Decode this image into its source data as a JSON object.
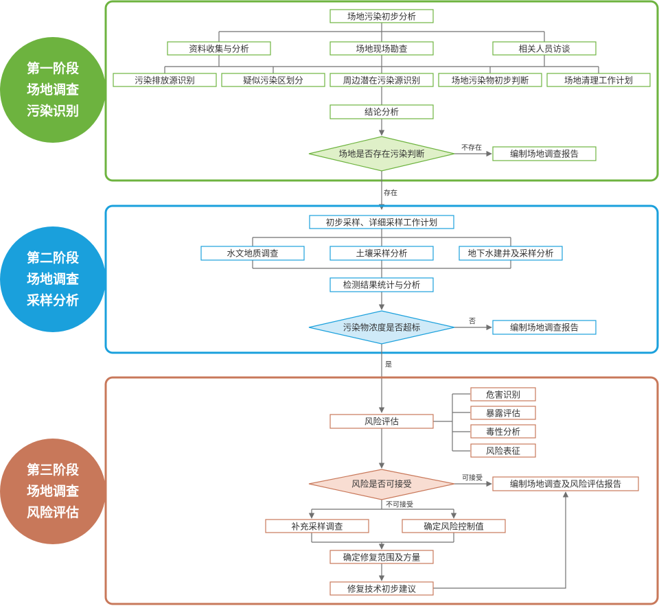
{
  "colors": {
    "stage1": "#6db33f",
    "stage1_fill": "#dff0c8",
    "stage2": "#1aa0dc",
    "stage2_fill": "#cfeaf8",
    "stage3": "#c8785a",
    "stage3_fill": "#f8ddd2",
    "line": "#707070"
  },
  "stage1": {
    "circle": [
      "第一阶段",
      "场地调查",
      "污染识别"
    ],
    "top": "场地污染初步分析",
    "row1": [
      "资料收集与分析",
      "场地现场勘查",
      "相关人员访谈"
    ],
    "row2": [
      "污染排放源识别",
      "疑似污染区划分",
      "周边潜在污染源识别",
      "场地污染物初步判断",
      "场地清理工作计划"
    ],
    "conclusion": "结论分析",
    "decision": "场地是否存在污染判断",
    "no_label": "不存在",
    "no_result": "编制场地调查报告",
    "yes_label": "存在"
  },
  "stage2": {
    "circle": [
      "第二阶段",
      "场地调查",
      "采样分析"
    ],
    "top": "初步采样、详细采样工作计划",
    "row1": [
      "水文地质调查",
      "土壤采样分析",
      "地下水建井及采样分析"
    ],
    "stats": "检测结果统计与分析",
    "decision": "污染物浓度是否超标",
    "no_label": "否",
    "no_result": "编制场地调查报告",
    "yes_label": "是"
  },
  "stage3": {
    "circle": [
      "第三阶段",
      "场地调查",
      "风险评估"
    ],
    "risk": "风险评估",
    "risk_items": [
      "危害识别",
      "暴露评估",
      "毒性分析",
      "风险表征"
    ],
    "decision": "风险是否可接受",
    "accept_label": "可接受",
    "accept_result": "编制场地调查及风险评估报告",
    "reject_label": "不可接受",
    "left": "补充采样调查",
    "right": "确定风险控制值",
    "scope": "确定修复范围及方量",
    "tech": "修复技术初步建议"
  }
}
